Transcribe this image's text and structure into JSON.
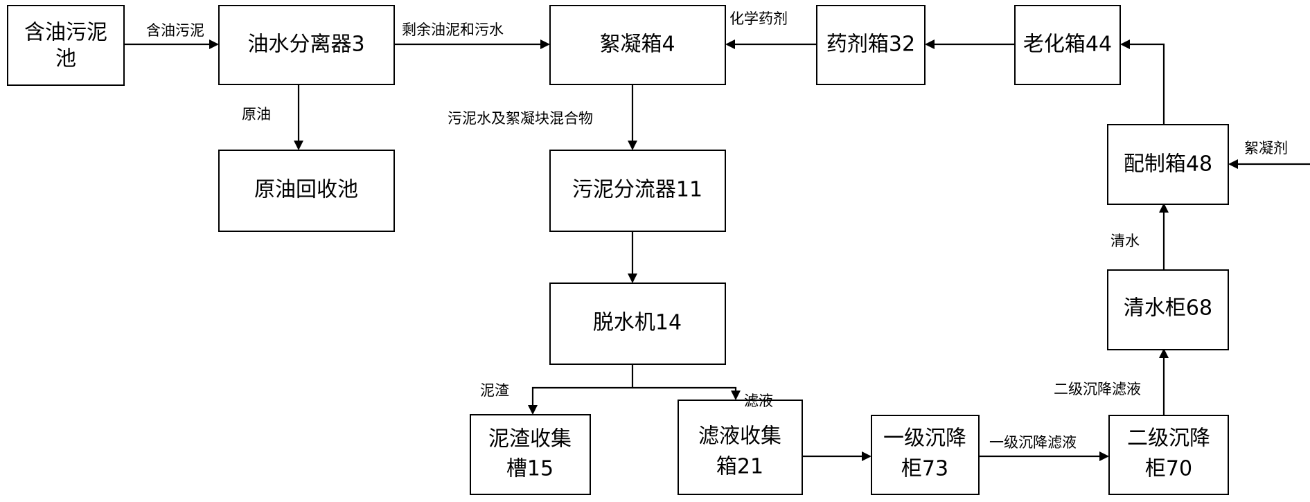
{
  "nodes": {
    "oil_sludge_pool": {
      "lines": [
        "含油污泥",
        "池"
      ]
    },
    "oil_water_separator": {
      "lines": [
        "油水分离器3"
      ]
    },
    "flocculation_tank": {
      "lines": [
        "絮凝箱4"
      ]
    },
    "chemical_tank": {
      "lines": [
        "药剂箱32"
      ]
    },
    "aging_tank": {
      "lines": [
        "老化箱44"
      ]
    },
    "crude_oil_recovery_pool": {
      "lines": [
        "原油回收池"
      ]
    },
    "sludge_diverter": {
      "lines": [
        "污泥分流器11"
      ]
    },
    "preparation_tank": {
      "lines": [
        "配制箱48"
      ]
    },
    "dehydrator": {
      "lines": [
        "脱水机14"
      ]
    },
    "clean_water_cabinet": {
      "lines": [
        "清水柜68"
      ]
    },
    "sludge_residue_trough": {
      "lines": [
        "泥渣收集",
        "槽15"
      ]
    },
    "filtrate_tank": {
      "lines": [
        "滤液收集",
        "箱21"
      ]
    },
    "primary_settling_cabinet": {
      "lines": [
        "一级沉降",
        "柜73"
      ]
    },
    "secondary_settling_cabinet": {
      "lines": [
        "二级沉降",
        "柜70"
      ]
    }
  },
  "edge_labels": {
    "oily_sludge": "含油污泥",
    "remaining_oil_sludge_wastewater": "剩余油泥和污水",
    "chemicals": "化学药剂",
    "crude_oil": "原油",
    "sludge_water_floc_mixture": "污泥水及絮凝块混合物",
    "flocculant": "絮凝剂",
    "clean_water": "清水",
    "mud_residue": "泥渣",
    "filtrate": "滤液",
    "secondary_settling_filtrate": "二级沉降滤液",
    "primary_settling_filtrate": "一级沉降滤液"
  }
}
